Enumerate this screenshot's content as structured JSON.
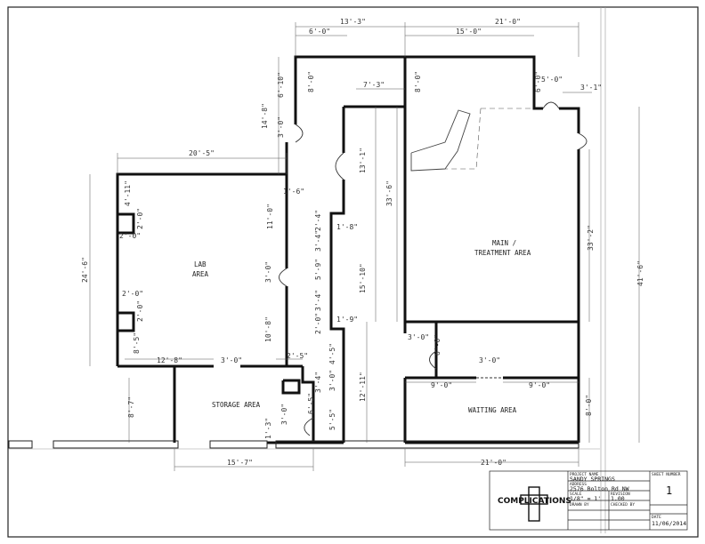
{
  "dimensions": {
    "top_13_3": "13'-3\"",
    "top_21_0": "21'-0\"",
    "top_6_0": "6'-0\"",
    "top_15_0": "15'-0\"",
    "d_6_10": "6'-10\"",
    "d_14_8": "14'-8\"",
    "d_3_0_a": "3'-0\"",
    "d_8_0_a": "8'-0\"",
    "d_8_0_b": "8'-0\"",
    "d_7_3": "7'-3\"",
    "d_5_0_r": "5'-0\"",
    "d_6_0_r": "6'-0\"",
    "d_3_1": "3'-1\"",
    "d_20_5": "20'-5\"",
    "d_13_1": "13'-1\"",
    "d_33_6": "33'-6\"",
    "d_41_6": "41'-6\"",
    "d_33_2": "33'-2\"",
    "d_24_6": "24'-6\"",
    "d_4_11": "4'-11\"",
    "d_1_6": "1'-6\"",
    "d_11_0": "11'-0\"",
    "d_2_0_a": "2'-0\"",
    "d_2_0_b": "2'-0\"",
    "d_2_4": "2'-4\"",
    "d_1_8": "1'-8\"",
    "d_3_4": "3'-4\"",
    "d_3_0_b": "3'-0\"",
    "d_5_9": "5'-9\"",
    "d_15_10": "15'-10\"",
    "d_2_0_c": "2'-0\"",
    "d_2_0_d": "2'-0\"",
    "d_3_4_b": "3'-4\"",
    "d_1_9": "1'-9\"",
    "d_2_0_e": "2'-0\"",
    "d_10_8": "10'-8\"",
    "d_3_0_c": "3'-0\"",
    "d_8_5": "8'-5\"",
    "d_12_8": "12'-8\"",
    "d_3_0_d": "3'-0\"",
    "d_2_5": "2'-5\"",
    "d_4_5": "4'-5\"",
    "d_3_0_e": "3'-0\"",
    "d_6_0_d": "6'-0\"",
    "d_9_0_a": "9'-0\"",
    "d_9_0_b": "9'-0\"",
    "d_3_0_f": "3'-0\"",
    "d_12_11": "12'-11\"",
    "d_3_4_c": "3'-4\"",
    "d_5_5": "5'-5\"",
    "d_8_7": "8'-7\"",
    "d_3_0_g": "3'-0\"",
    "d_6_5": "6'-5\"",
    "d_1_3": "1'-3\"",
    "d_8_0_c": "8'-0\"",
    "bot_15_7": "15'-7\"",
    "bot_21_0": "21'-0\""
  },
  "rooms": {
    "lab_line1": "LAB",
    "lab_line2": "AREA",
    "main_line1": "MAIN /",
    "main_line2": "TREATMENT AREA",
    "storage": "STORAGE AREA",
    "waiting": "WAITING AREA"
  },
  "title_block": {
    "logo_text": "COMPLICATIONS",
    "project_label": "PROJECT NAME",
    "project_name": "SANDY SPRINGS",
    "address_label": "ADDRESS",
    "address": "2576 Bolton Rd NW",
    "scale_label": "SCALE",
    "scale": "1/8\" = 1'",
    "revision_label": "REVISION",
    "revision": "1.00",
    "drawn_label": "DRAWN BY",
    "checked_label": "CHECKED BY",
    "sheet_label": "SHEET NUMBER",
    "sheet_number": "1",
    "date_label": "DATE",
    "date": "11/06/2014"
  }
}
